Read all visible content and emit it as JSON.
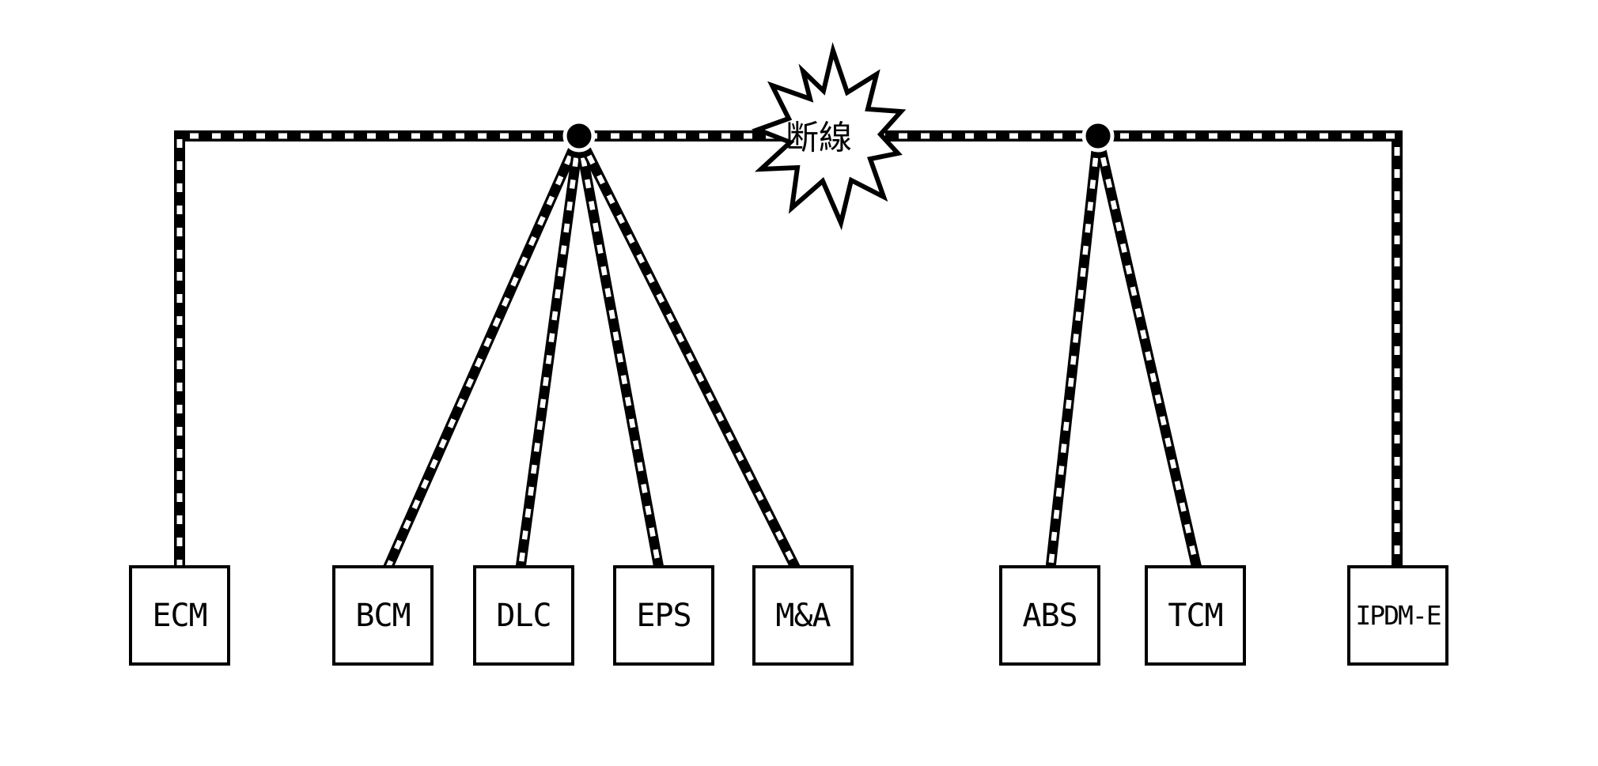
{
  "break_label": "断線",
  "nodes": [
    {
      "label": "ECM"
    },
    {
      "label": "BCM"
    },
    {
      "label": "DLC"
    },
    {
      "label": "EPS"
    },
    {
      "label": "M&A"
    },
    {
      "label": "ABS"
    },
    {
      "label": "TCM"
    },
    {
      "label": "IPDM-E"
    }
  ],
  "colors": {
    "wire": "#000000",
    "wire_dash": "#ffffff",
    "background": "#ffffff",
    "node_fill": "#ffffff",
    "node_border": "#000000"
  }
}
